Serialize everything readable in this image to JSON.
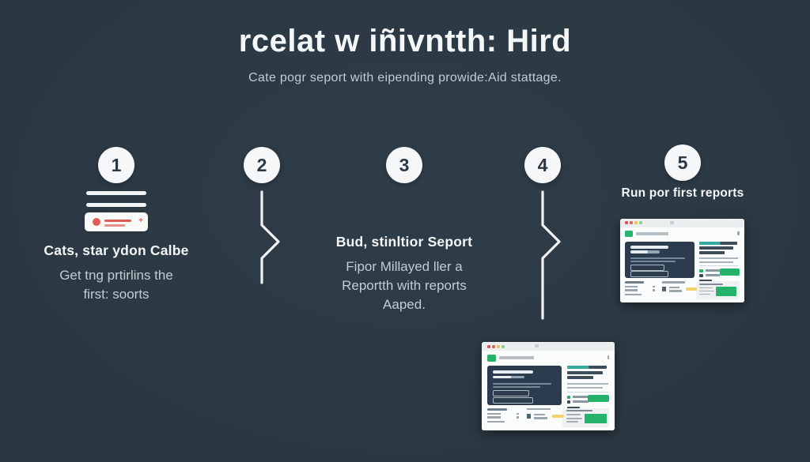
{
  "header": {
    "title": "rcelat w iñivntth: Hird",
    "subtitle": "Cate pogr seport with eipending prowide:Aid stattage."
  },
  "steps": [
    {
      "number": "1",
      "heading": "Cats, star ydon Calbe",
      "body": "Get tng prtirlins the\nfirst: soorts",
      "icon": "document-list-icon"
    },
    {
      "number": "2",
      "connector": "chevron-right-connector"
    },
    {
      "number": "3",
      "heading": "Bud, stinltior Seport",
      "body": "Fipor Millayed ller a\nReportth with reports\nAaped."
    },
    {
      "number": "4",
      "connector": "chevron-right-connector"
    },
    {
      "number": "5",
      "heading": "Run por first reports",
      "thumbnail": "report-app-screenshot"
    }
  ],
  "icons": [
    "document-list-icon",
    "chevron-right-connector",
    "browser-dots-icon",
    "app-logo-icon",
    "kebab-menu-icon",
    "check-icon"
  ],
  "colors": {
    "background": "#2c3944",
    "step_circle": "#f5f7f8",
    "accent_red": "#e25c55",
    "accent_green": "#25b36b",
    "accent_teal": "#38a89d",
    "highlight_yellow": "#f2d06b",
    "panel_navy": "#2c3b4d"
  }
}
